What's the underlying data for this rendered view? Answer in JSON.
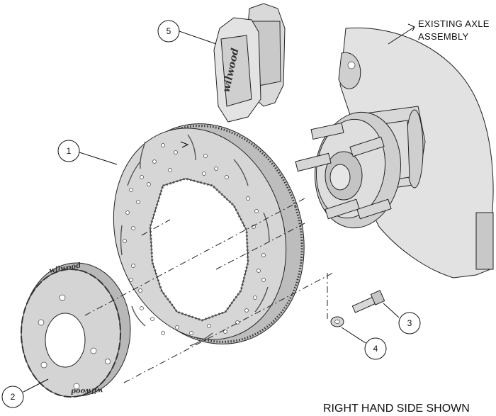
{
  "callouts": [
    {
      "number": "1"
    },
    {
      "number": "2"
    },
    {
      "number": "3"
    },
    {
      "number": "4"
    },
    {
      "number": "5"
    }
  ],
  "axle_label": {
    "line1": "EXISTING AXLE",
    "line2": "ASSEMBLY"
  },
  "caption": "RIGHT HAND SIDE SHOWN",
  "brand_marks": {
    "pad": "wilwood",
    "hat_top": "wilwood",
    "hat_bottom": "wilwood"
  },
  "colors": {
    "part_fill": "#d4d4d4",
    "part_shade": "#b8b8b8",
    "line": "#222222",
    "background": "#ffffff"
  }
}
